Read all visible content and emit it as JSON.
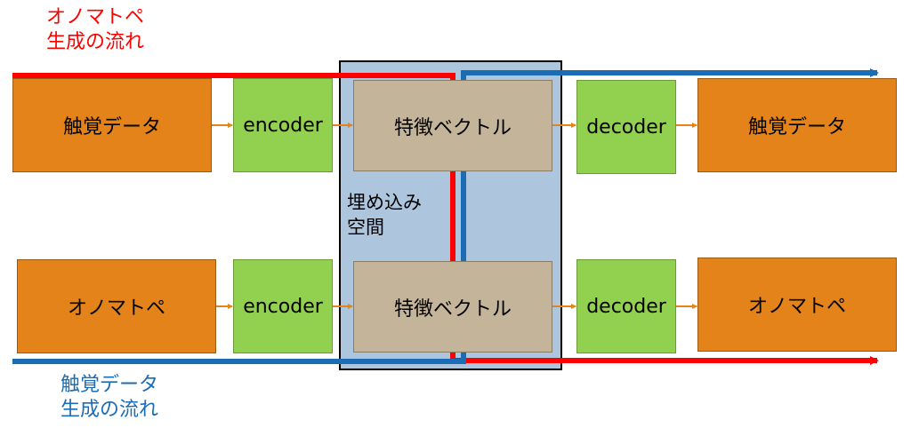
{
  "colors": {
    "red_flow": "#ff0000",
    "blue_flow": "#1a6db5",
    "data_box": "#e3831a",
    "codec_box": "#92d050",
    "feature_box": "#c4b59a",
    "embed_space": "#adc6de",
    "small_arrow": "#e3831a"
  },
  "labels": {
    "onomatopoeia_flow": [
      "オノマトペ",
      "生成の流れ"
    ],
    "haptic_flow": [
      "触覚データ",
      "生成の流れ"
    ],
    "embedding_space": [
      "埋め込み",
      "空間"
    ]
  },
  "rows": [
    {
      "input": "触覚データ",
      "encoder": "encoder",
      "feature": "特徴ベクトル",
      "decoder": "decoder",
      "output": "触覚データ"
    },
    {
      "input": "オノマトペ",
      "encoder": "encoder",
      "feature": "特徴ベクトル",
      "decoder": "decoder",
      "output": "オノマトペ"
    }
  ]
}
